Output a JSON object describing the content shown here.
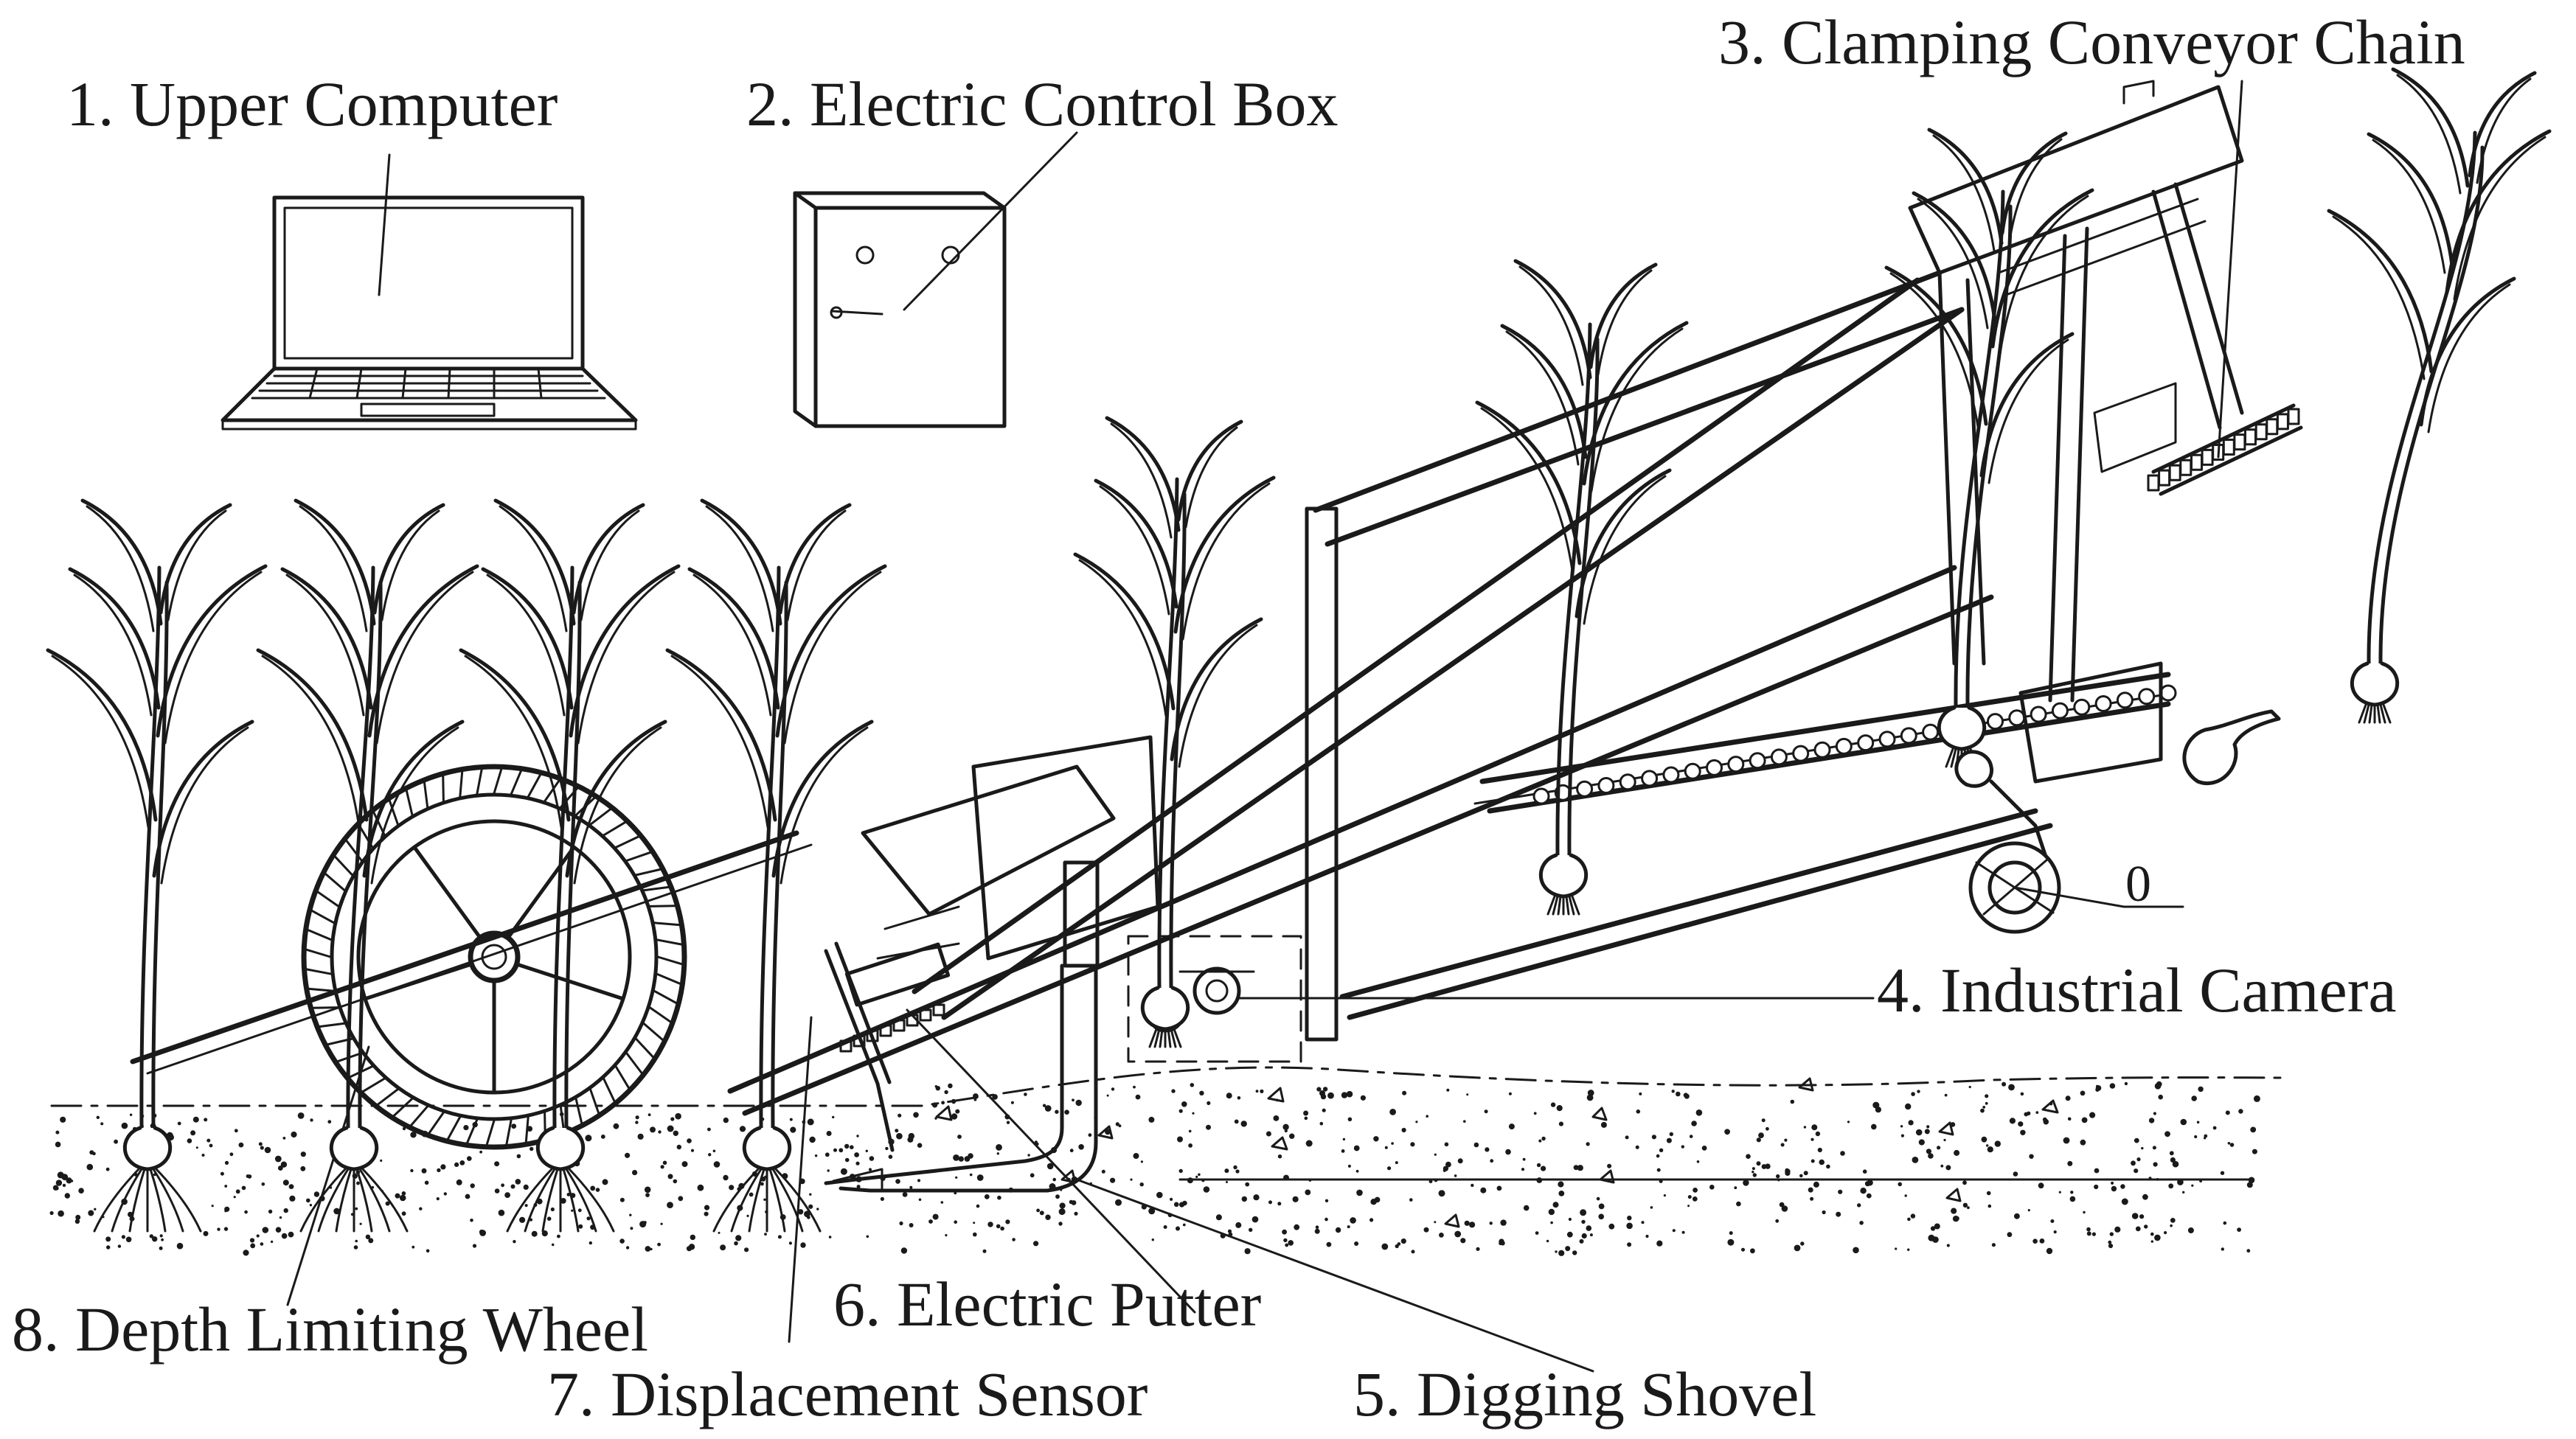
{
  "labels": {
    "upper_computer": "1. Upper Computer",
    "electric_control_box": "2. Electric Control Box",
    "clamping_conveyor_chain": "3. Clamping Conveyor Chain",
    "industrial_camera": "4. Industrial Camera",
    "digging_shovel": "5. Digging Shovel",
    "electric_putter": "6. Electric Putter",
    "displacement_sensor": "7. Displacement Sensor",
    "depth_limiting_wheel": "8. Depth Limiting Wheel",
    "origin_mark": "0"
  }
}
